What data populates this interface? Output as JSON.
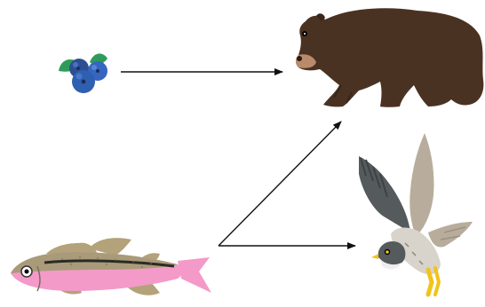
{
  "organisms": [
    {
      "id": "blueberries",
      "icon": "blueberries-icon"
    },
    {
      "id": "bear",
      "icon": "bear-icon"
    },
    {
      "id": "fish",
      "icon": "fish-icon"
    },
    {
      "id": "falcon",
      "icon": "falcon-icon"
    }
  ],
  "links": [
    {
      "from": "blueberries",
      "to": "bear"
    },
    {
      "from": "fish",
      "to": "bear"
    },
    {
      "from": "fish",
      "to": "falcon"
    }
  ],
  "colors": {
    "arrow": "#111111",
    "blueberry": "#2f5fb0",
    "leaf": "#2e9b5a",
    "bear": "#4a3222",
    "bear_snout": "#b98a6b",
    "fish_back": "#a99b7a",
    "fish_belly": "#f39ac8",
    "fish_fin": "#b3a27a",
    "falcon_wing": "#555a5c",
    "falcon_body": "#d8d4cc",
    "falcon_tail": "#b8ad9c",
    "falcon_feet": "#f2c31a"
  }
}
